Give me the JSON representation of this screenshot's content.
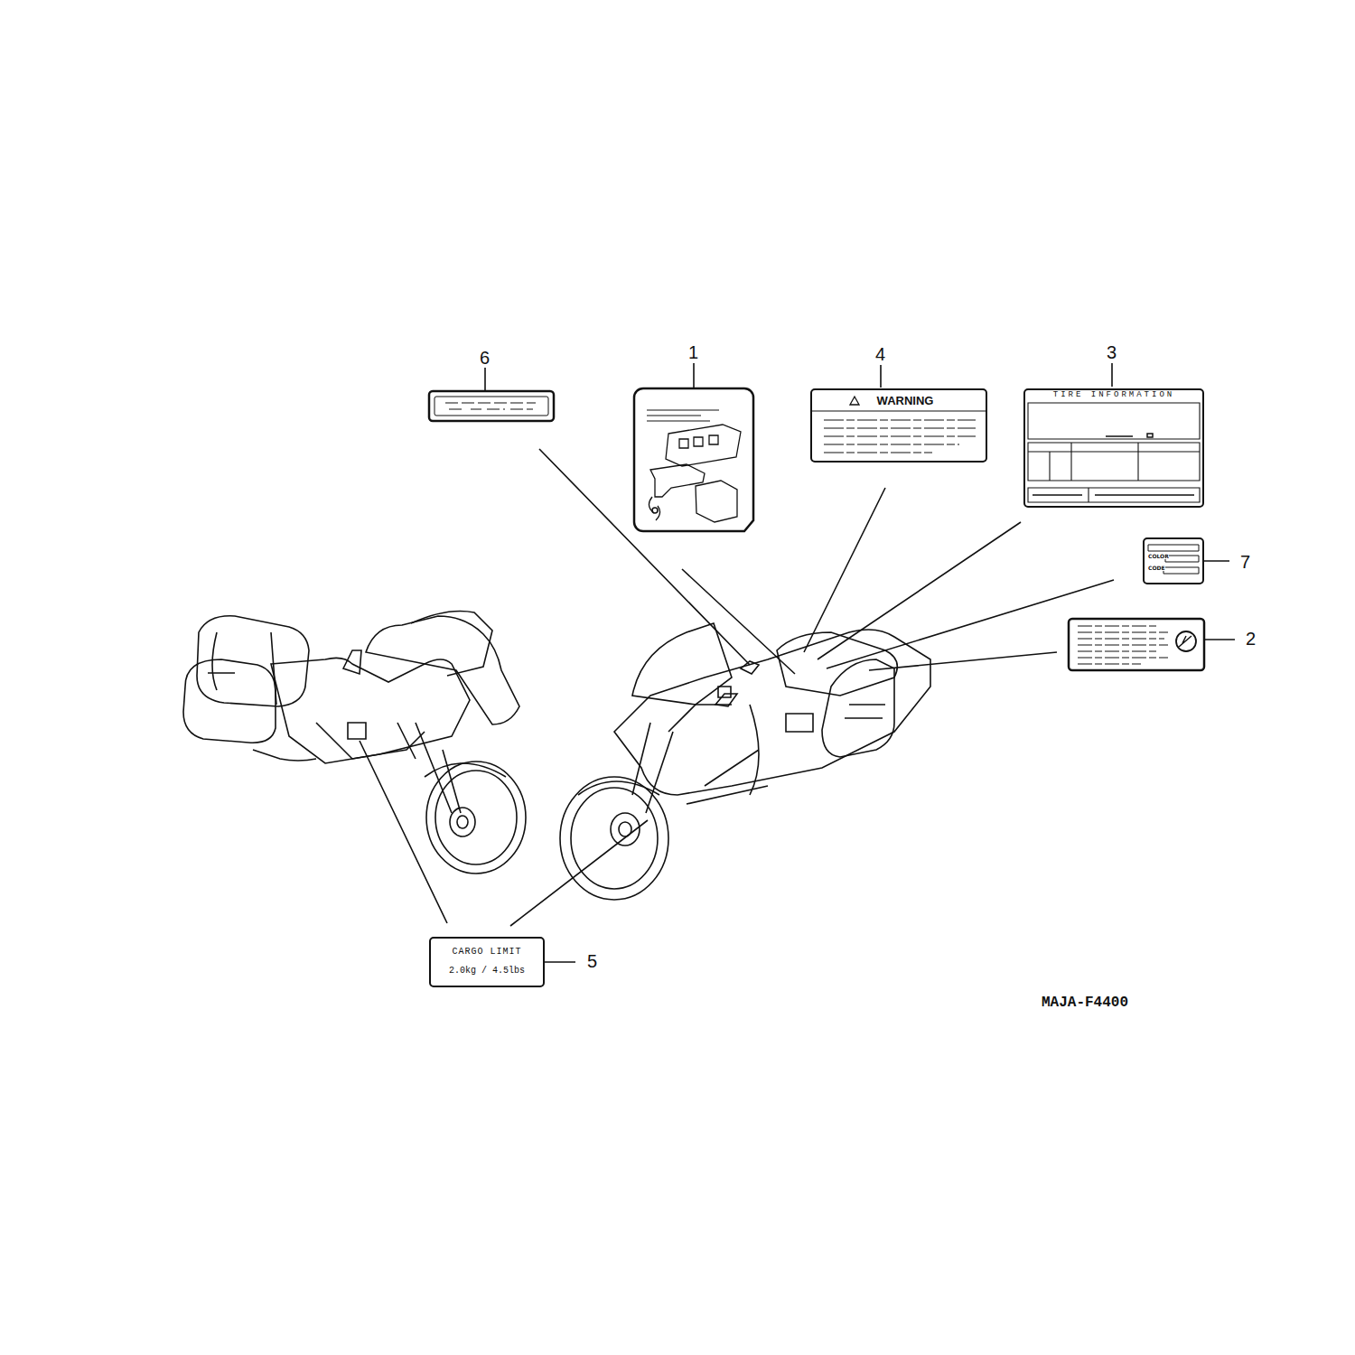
{
  "diagram": {
    "nodes": [
      {
        "text": [
          "WARNING"
        ]
      },
      {
        "text": [
          "TIRE INFORMATION"
        ]
      },
      {
        "text": [
          "COLOR",
          "CODE"
        ]
      },
      {
        "text": [
          "CARGO LIMIT",
          "2.0kg / 4.5lbs"
        ]
      }
    ],
    "labels": [
      "6",
      "1",
      "4",
      "3",
      "7",
      "2",
      "5",
      "MAJA-F4400"
    ]
  }
}
